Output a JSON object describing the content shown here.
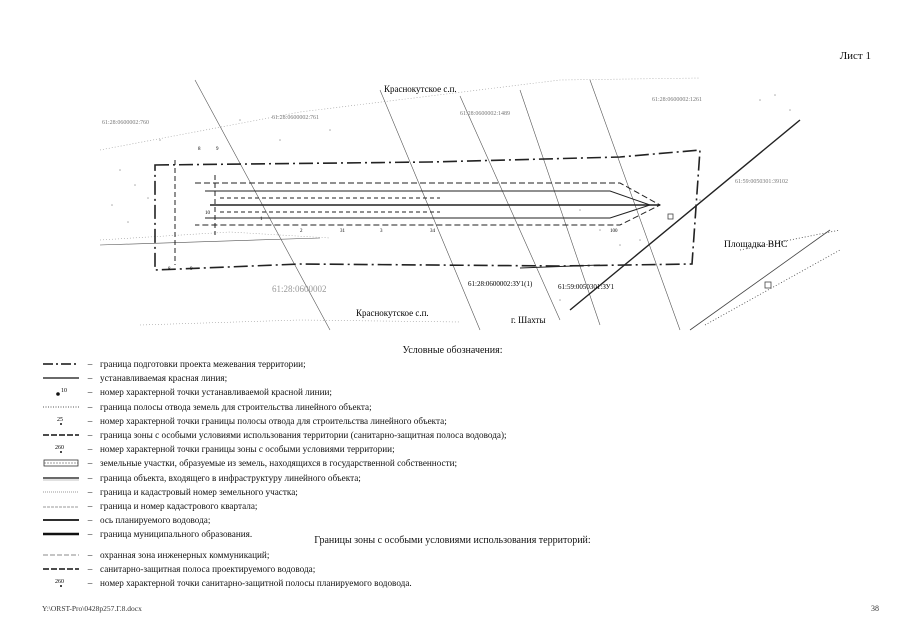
{
  "header": {
    "sheet_label": "Лист 1"
  },
  "map": {
    "place_top": "Краснокутское с.п.",
    "place_bottom": "Краснокутское с.п.",
    "place_city": "г. Шахты",
    "site_label": "Площадка ВНС",
    "quarter_main": "61:28:0600002",
    "cad_760": "61:28:0600002:760",
    "cad_761": "61:28:0600002:761",
    "cad_1489": "61:28:0600002:1489",
    "cad_1261": "61:28:0600002:1261",
    "cad_59": "61:59:0050301:39102",
    "zu_left": "61:28:0600002:ЗУ1(1)",
    "zu_right": "61:59:0050301:ЗУ1",
    "pt_1": "1",
    "pt_2": "2",
    "pt_3": "3",
    "pt_8": "8",
    "pt_9": "9",
    "pt_10": "10",
    "pt_31": "31",
    "pt_34": "34",
    "pt_100": "100"
  },
  "legend": {
    "title": "Условные обозначения:",
    "items": [
      {
        "symbol": "dash-long",
        "text": "граница подготовки проекта межевания территории;"
      },
      {
        "symbol": "red-line",
        "text": "устанавливаемая красная линия;"
      },
      {
        "symbol": "point-10",
        "label": "10",
        "text": "номер характерной точки устанавливаемой красной линии;"
      },
      {
        "symbol": "dot-line",
        "text": "граница полосы отвода земель для строительства линейного объекта;"
      },
      {
        "symbol": "point-25",
        "label": "25",
        "text": "номер характерной точки границы полосы отвода для строительства линейного объекта;"
      },
      {
        "symbol": "zone-line",
        "text": "граница зоны с особыми условиями использования территории (санитарно-защитная полоса водовода);"
      },
      {
        "symbol": "point-260",
        "label": "260",
        "text": "номер характерной точки границы зоны с особыми условиями территории;"
      },
      {
        "symbol": "hatched",
        "text": "земельные участки, образуемые из земель, находящихся в государственной собственности;"
      },
      {
        "symbol": "object-line",
        "text": "граница объекта, входящего в инфраструктуру линейного объекта;"
      },
      {
        "symbol": "cad-line",
        "text": "граница и кадастровый номер земельного участка;"
      },
      {
        "symbol": "quarter-line",
        "text": "граница и номер кадастрового квартала;"
      },
      {
        "symbol": "axis-line",
        "text": "ось планируемого водовода;"
      },
      {
        "symbol": "muni-line",
        "text": "граница муниципального образования."
      }
    ],
    "sub_title": "Границы зоны с особыми условиями использования территорий:",
    "zone_items": [
      {
        "symbol": "protect-line",
        "text": "охранная зона инженерных коммуникаций;"
      },
      {
        "symbol": "sanitary-line",
        "text": "санитарно-защитная полоса проектируемого водовода;"
      },
      {
        "symbol": "point-260b",
        "label": "260",
        "text": "номер характерной точки санитарно-защитной полосы планируемого водовода."
      }
    ],
    "dash": "–"
  },
  "footer": {
    "path": "Y:\\ORST-Pro\\0428p257.Г.8.docx",
    "page": "38"
  }
}
